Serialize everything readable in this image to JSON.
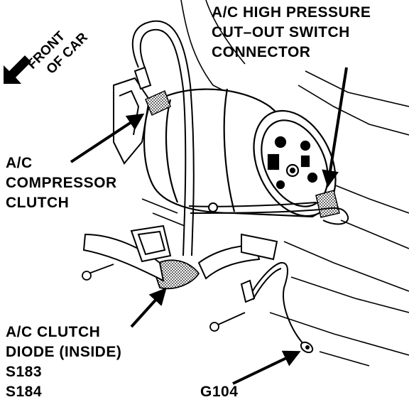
{
  "labels": {
    "front_of_car": [
      "FRONT",
      "OF CAR"
    ],
    "pressure_switch": [
      "A/C HIGH PRESSURE",
      "CUT–OUT SWITCH",
      "CONNECTOR"
    ],
    "compressor_clutch": [
      "A/C",
      "COMPRESSOR",
      "CLUTCH"
    ],
    "clutch_diode": [
      "A/C CLUTCH",
      "DIODE (INSIDE)",
      "S183",
      "S184"
    ],
    "ground": [
      "G104"
    ]
  },
  "colors": {
    "ink": "#000000",
    "paper": "#ffffff",
    "shade": "#888888"
  }
}
